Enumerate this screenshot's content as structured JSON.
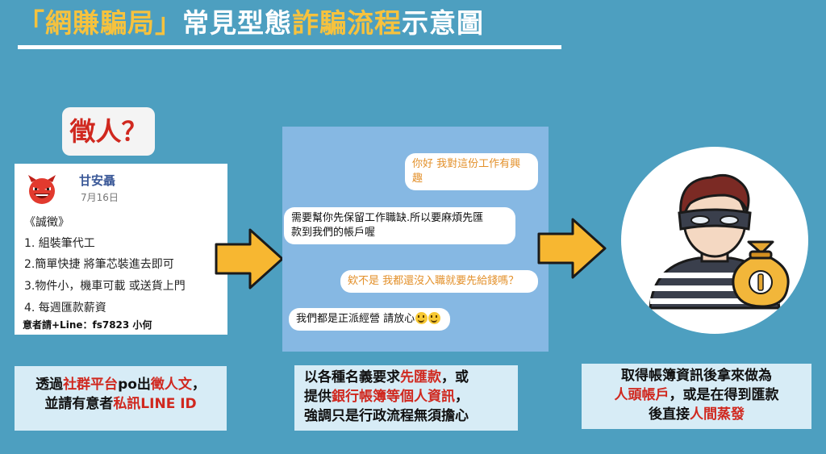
{
  "title": {
    "part1": "「網賺騙局」",
    "part2": "常見型態",
    "part3": "詐騙流程",
    "part4": "示意圖"
  },
  "recruit_tag": "徵人？",
  "post": {
    "name": "甘安聶",
    "date": "7月16日",
    "lines": [
      "《誠徵》",
      "1. 組裝筆代工",
      "2.簡單快捷 將筆芯裝進去即可",
      "3.物件小，機車可載 或送貨上門",
      "4.  每週匯款薪資"
    ],
    "contact": "意者請+Line：fs7823 小何"
  },
  "chat": {
    "msg1": "你好 我對這份工作有興趣",
    "msg2_line1": "需要幫你先保留工作職缺.所以要麻煩先匯",
    "msg2_line2": "款到我們的帳戶喔",
    "msg3": "欸不是 我都還沒入職就要先給錢嗎？",
    "msg4": "我們都是正派經營 請放心"
  },
  "captions": {
    "c1": {
      "a": "透過",
      "b": "社群平台",
      "c": "po出",
      "d": "徵人文",
      "e": "，",
      "f": "並請有意者",
      "g": "私訊LINE ID"
    },
    "c2": {
      "a": "以各種名義要求",
      "b": "先匯款",
      "c": "，或",
      "d": "提供",
      "e": "銀行帳簿等個人資訊",
      "f": "，",
      "g": "強調只是行政流程無須擔心"
    },
    "c3": {
      "a": "取得帳簿資訊後拿來做為",
      "b": "人頭帳戶",
      "c": "，或是在得到匯款",
      "d": "後直接",
      "e": "人間蒸發"
    }
  },
  "colors": {
    "background": "#4d9fc0",
    "accent_yellow": "#f6c23e",
    "accent_red": "#d0281f",
    "arrow": "#f7b731",
    "chat_panel": "#86b8e3",
    "caption_box": "#d7ecf6"
  },
  "icons": {
    "avatar": "devil-face-icon",
    "arrows": "right-arrow-icon",
    "thief": "thief-with-money-bag-icon"
  }
}
